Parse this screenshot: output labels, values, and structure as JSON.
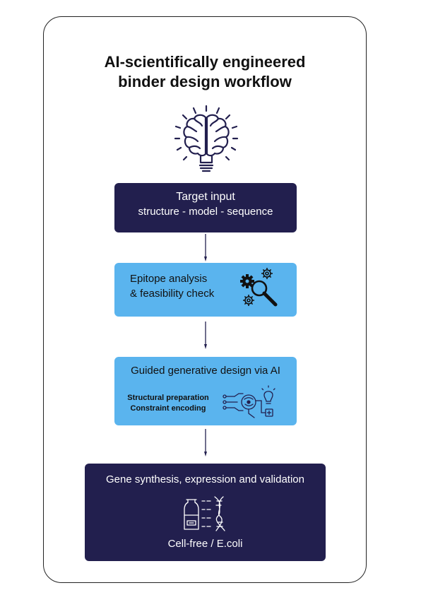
{
  "title": {
    "line1": "AI-scientifically engineered",
    "line2": "binder design workflow"
  },
  "colors": {
    "dark": "#221f4e",
    "light": "#5ab4ee",
    "outline": "#222222"
  },
  "icons": {
    "top": "brain-lightbulb-icon",
    "step2": "gears-magnifier-icon",
    "step3": "circuit-lightbulb-icon",
    "step4": "lab-flask-dna-icon"
  },
  "steps": [
    {
      "title": "Target input",
      "subtitle": "structure - model - sequence"
    },
    {
      "title_line1": "Epitope analysis",
      "title_line2": "& feasibility check"
    },
    {
      "title": "Guided generative design via AI",
      "detail_line1": "Structural preparation",
      "detail_line2": "Constraint encoding"
    },
    {
      "title": "Gene synthesis, expression and validation",
      "subtitle": "Cell-free / E.coli"
    }
  ]
}
